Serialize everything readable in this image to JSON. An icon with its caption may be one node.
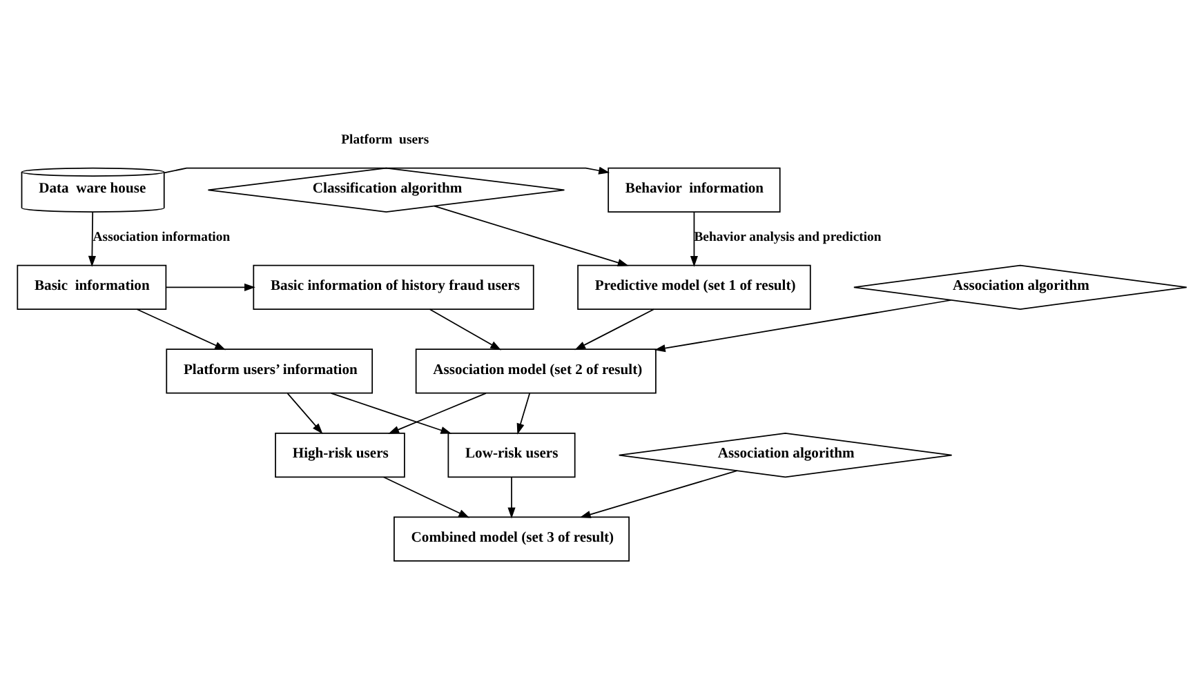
{
  "diagram": {
    "nodes": [
      {
        "text": [
          "Data  ware house"
        ]
      },
      {
        "text": [
          "Behavior  information"
        ]
      },
      {
        "text": [
          "Classification algorithm"
        ]
      },
      {
        "text": [
          "Predictive model (set 1 of result)"
        ]
      },
      {
        "text": [
          "Basic  information"
        ]
      },
      {
        "text": [
          "Basic information of history fraud users"
        ]
      },
      {
        "text": [
          "Association algorithm"
        ]
      },
      {
        "text": [
          "Association model (set 2 of result)"
        ]
      },
      {
        "text": [
          "Platform users’ information"
        ]
      },
      {
        "text": [
          "High-risk users"
        ]
      },
      {
        "text": [
          "Low-risk users"
        ]
      },
      {
        "text": [
          "Association algorithm"
        ]
      },
      {
        "text": [
          "Combined model (set 3 of result)"
        ]
      }
    ],
    "edges": [
      {
        "from": 0,
        "to": 1,
        "arrow": "to",
        "label": "Platform  users"
      },
      {
        "from": 0,
        "to": 4,
        "arrow": "to",
        "label": "Association information"
      },
      {
        "from": 1,
        "to": 3,
        "arrow": "to",
        "label": "Behavior analysis and prediction"
      },
      {
        "from": 2,
        "to": 3,
        "arrow": "to"
      },
      {
        "from": 4,
        "to": 5,
        "arrow": "to"
      },
      {
        "from": 4,
        "to": 8,
        "arrow": "to"
      },
      {
        "from": 3,
        "to": 7,
        "arrow": "to"
      },
      {
        "from": 5,
        "to": 7,
        "arrow": "to"
      },
      {
        "from": 6,
        "to": 7,
        "arrow": "to"
      },
      {
        "from": 7,
        "to": 9,
        "arrow": "to"
      },
      {
        "from": 7,
        "to": 10,
        "arrow": "to"
      },
      {
        "from": 8,
        "to": 9,
        "arrow": "to"
      },
      {
        "from": 8,
        "to": 10,
        "arrow": "to"
      },
      {
        "from": 9,
        "to": 12,
        "arrow": "to"
      },
      {
        "from": 10,
        "to": 12,
        "arrow": "to"
      },
      {
        "from": 11,
        "to": 12,
        "arrow": "to"
      }
    ]
  }
}
